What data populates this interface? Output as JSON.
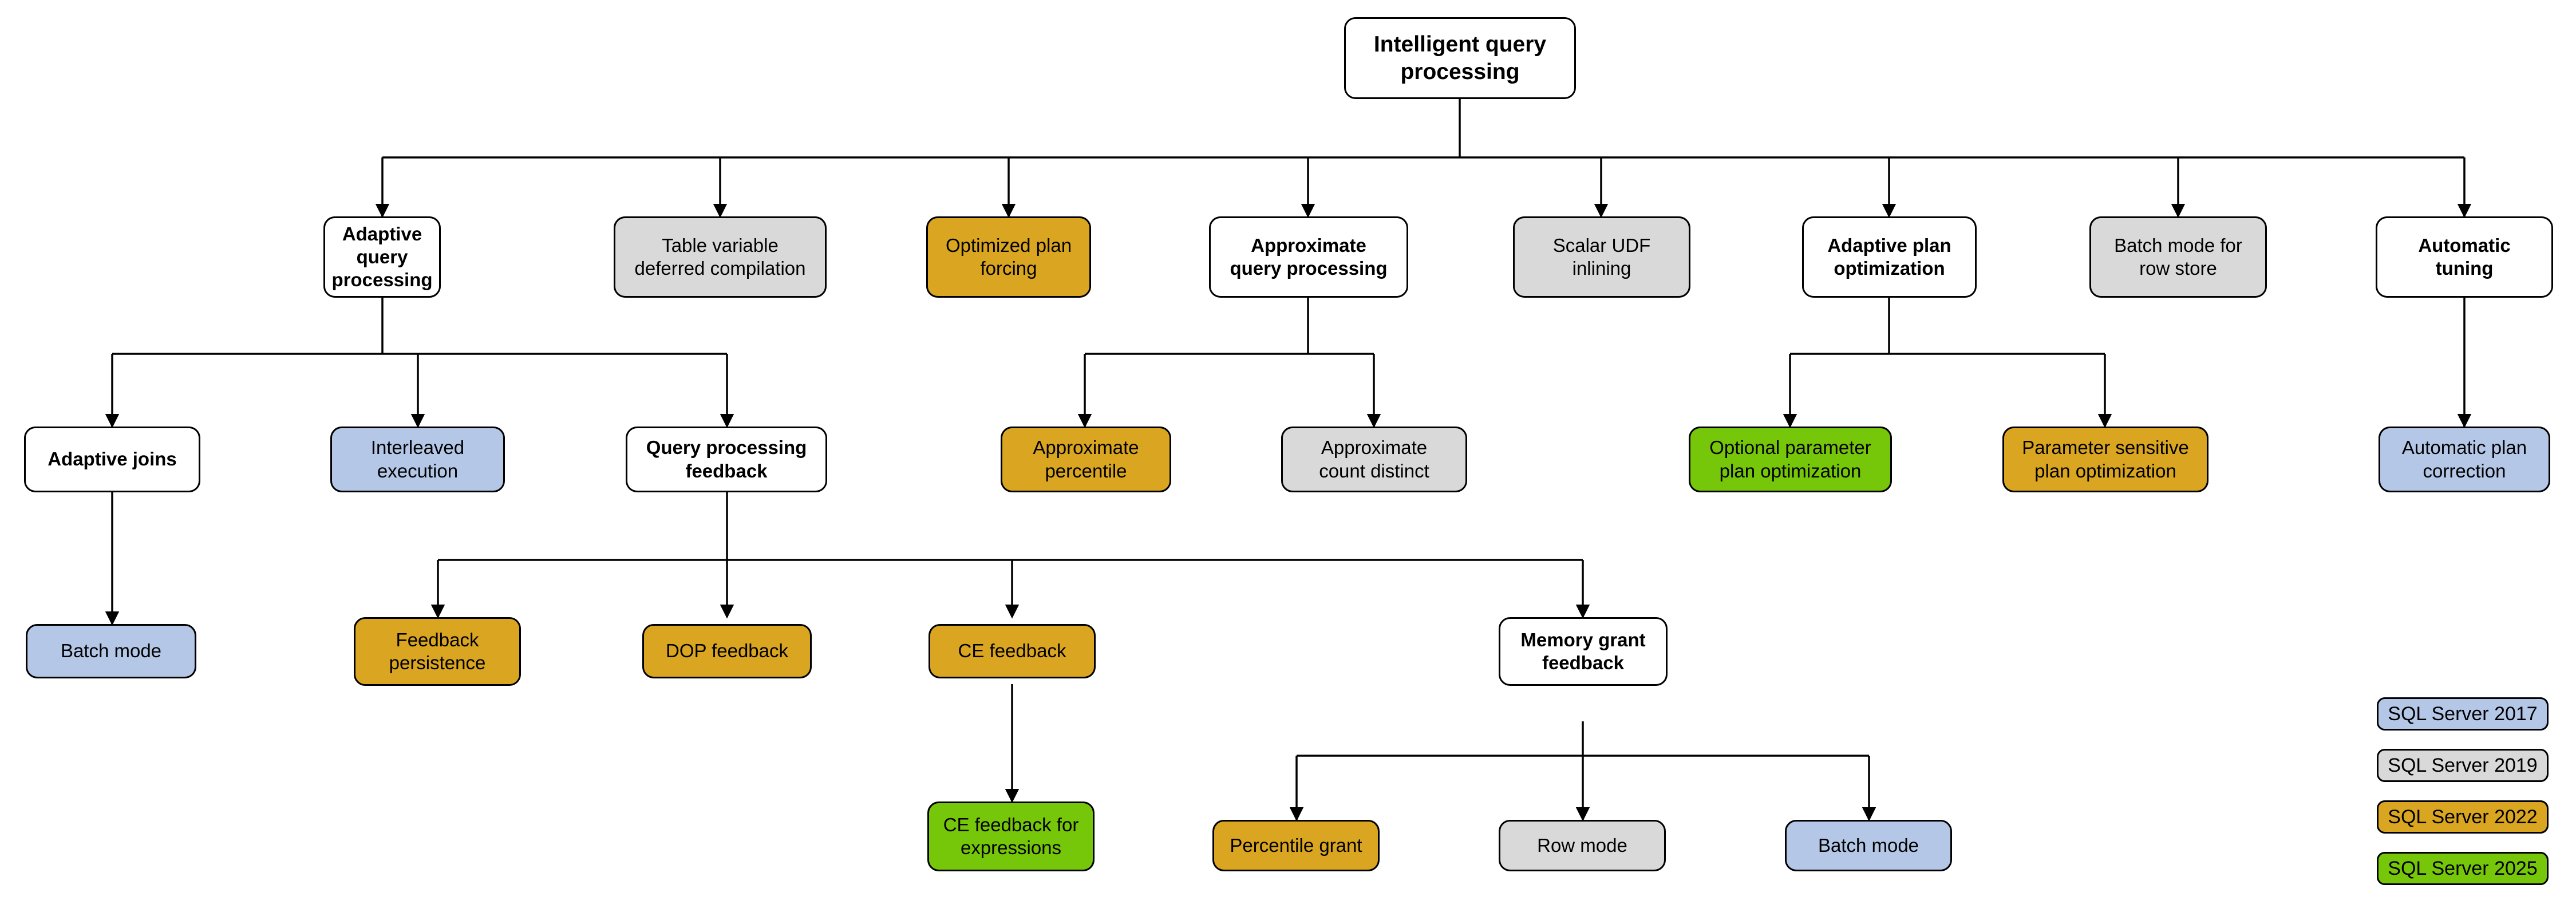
{
  "diagram": {
    "title": "Intelligent query processing",
    "type": "hierarchy-tree",
    "colors": {
      "sql_server_2017": "#B4C7E7",
      "sql_server_2019": "#D9D9D9",
      "sql_server_2022": "#DAA520",
      "sql_server_2025": "#76C60A",
      "generic_white": "#FFFFFF",
      "edge": "#000000",
      "border": "#000000"
    },
    "nodes": {
      "root": {
        "label": "Intelligent query processing",
        "style": "white"
      },
      "adaptive_query_processing": {
        "label": "Adaptive query\nprocessing",
        "style": "white"
      },
      "table_variable_deferred_compilation": {
        "label": "Table variable\ndeferred compilation",
        "style": "sql_server_2019"
      },
      "optimized_plan_forcing": {
        "label": "Optimized plan\nforcing",
        "style": "sql_server_2022"
      },
      "approximate_query_processing": {
        "label": "Approximate\nquery processing",
        "style": "white"
      },
      "scalar_udf_inlining": {
        "label": "Scalar UDF\ninlining",
        "style": "sql_server_2019"
      },
      "adaptive_plan_optimization": {
        "label": "Adaptive plan\noptimization",
        "style": "white"
      },
      "batch_mode_for_row_store": {
        "label": "Batch mode for\nrow store",
        "style": "sql_server_2019"
      },
      "automatic_tuning": {
        "label": "Automatic\ntuning",
        "style": "white"
      },
      "adaptive_joins": {
        "label": "Adaptive joins",
        "style": "white"
      },
      "interleaved_execution": {
        "label": "Interleaved\nexecution",
        "style": "sql_server_2017"
      },
      "query_processing_feedback": {
        "label": "Query processing\nfeedback",
        "style": "white"
      },
      "approximate_percentile": {
        "label": "Approximate\npercentile",
        "style": "sql_server_2022"
      },
      "approximate_count_distinct": {
        "label": "Approximate\ncount distinct",
        "style": "sql_server_2019"
      },
      "optional_parameter_plan_optimization": {
        "label": "Optional parameter\nplan optimization",
        "style": "sql_server_2025"
      },
      "parameter_sensitive_plan_optimization": {
        "label": "Parameter sensitive\nplan optimization",
        "style": "sql_server_2022"
      },
      "automatic_plan_correction": {
        "label": "Automatic plan\ncorrection",
        "style": "sql_server_2017"
      },
      "batch_mode_adaptive_joins": {
        "label": "Batch mode",
        "style": "sql_server_2017"
      },
      "feedback_persistence": {
        "label": "Feedback\npersistence",
        "style": "sql_server_2022"
      },
      "dop_feedback": {
        "label": "DOP feedback",
        "style": "sql_server_2022"
      },
      "ce_feedback": {
        "label": "CE feedback",
        "style": "sql_server_2022"
      },
      "memory_grant_feedback": {
        "label": "Memory grant\nfeedback",
        "style": "white"
      },
      "ce_feedback_for_expressions": {
        "label": "CE feedback for\nexpressions",
        "style": "sql_server_2025"
      },
      "percentile_grant": {
        "label": "Percentile grant",
        "style": "sql_server_2022"
      },
      "row_mode": {
        "label": "Row mode",
        "style": "sql_server_2019"
      },
      "batch_mode_memory_grant": {
        "label": "Batch mode",
        "style": "sql_server_2017"
      }
    },
    "edges": [
      {
        "from": "root",
        "to": "adaptive_query_processing"
      },
      {
        "from": "root",
        "to": "table_variable_deferred_compilation"
      },
      {
        "from": "root",
        "to": "optimized_plan_forcing"
      },
      {
        "from": "root",
        "to": "approximate_query_processing"
      },
      {
        "from": "root",
        "to": "scalar_udf_inlining"
      },
      {
        "from": "root",
        "to": "adaptive_plan_optimization"
      },
      {
        "from": "root",
        "to": "batch_mode_for_row_store"
      },
      {
        "from": "root",
        "to": "automatic_tuning"
      },
      {
        "from": "adaptive_query_processing",
        "to": "adaptive_joins"
      },
      {
        "from": "adaptive_query_processing",
        "to": "interleaved_execution"
      },
      {
        "from": "adaptive_query_processing",
        "to": "query_processing_feedback"
      },
      {
        "from": "approximate_query_processing",
        "to": "approximate_percentile"
      },
      {
        "from": "approximate_query_processing",
        "to": "approximate_count_distinct"
      },
      {
        "from": "adaptive_plan_optimization",
        "to": "optional_parameter_plan_optimization"
      },
      {
        "from": "adaptive_plan_optimization",
        "to": "parameter_sensitive_plan_optimization"
      },
      {
        "from": "automatic_tuning",
        "to": "automatic_plan_correction"
      },
      {
        "from": "adaptive_joins",
        "to": "batch_mode_adaptive_joins"
      },
      {
        "from": "query_processing_feedback",
        "to": "feedback_persistence"
      },
      {
        "from": "query_processing_feedback",
        "to": "dop_feedback"
      },
      {
        "from": "query_processing_feedback",
        "to": "ce_feedback"
      },
      {
        "from": "query_processing_feedback",
        "to": "memory_grant_feedback"
      },
      {
        "from": "ce_feedback",
        "to": "ce_feedback_for_expressions"
      },
      {
        "from": "memory_grant_feedback",
        "to": "percentile_grant"
      },
      {
        "from": "memory_grant_feedback",
        "to": "row_mode"
      },
      {
        "from": "memory_grant_feedback",
        "to": "batch_mode_memory_grant"
      }
    ]
  },
  "legend": {
    "items": [
      {
        "label": "SQL Server 2017",
        "color": "#B4C7E7"
      },
      {
        "label": "SQL Server 2019",
        "color": "#D9D9D9"
      },
      {
        "label": "SQL Server 2022",
        "color": "#DAA520"
      },
      {
        "label": "SQL Server 2025",
        "color": "#76C60A"
      }
    ]
  }
}
